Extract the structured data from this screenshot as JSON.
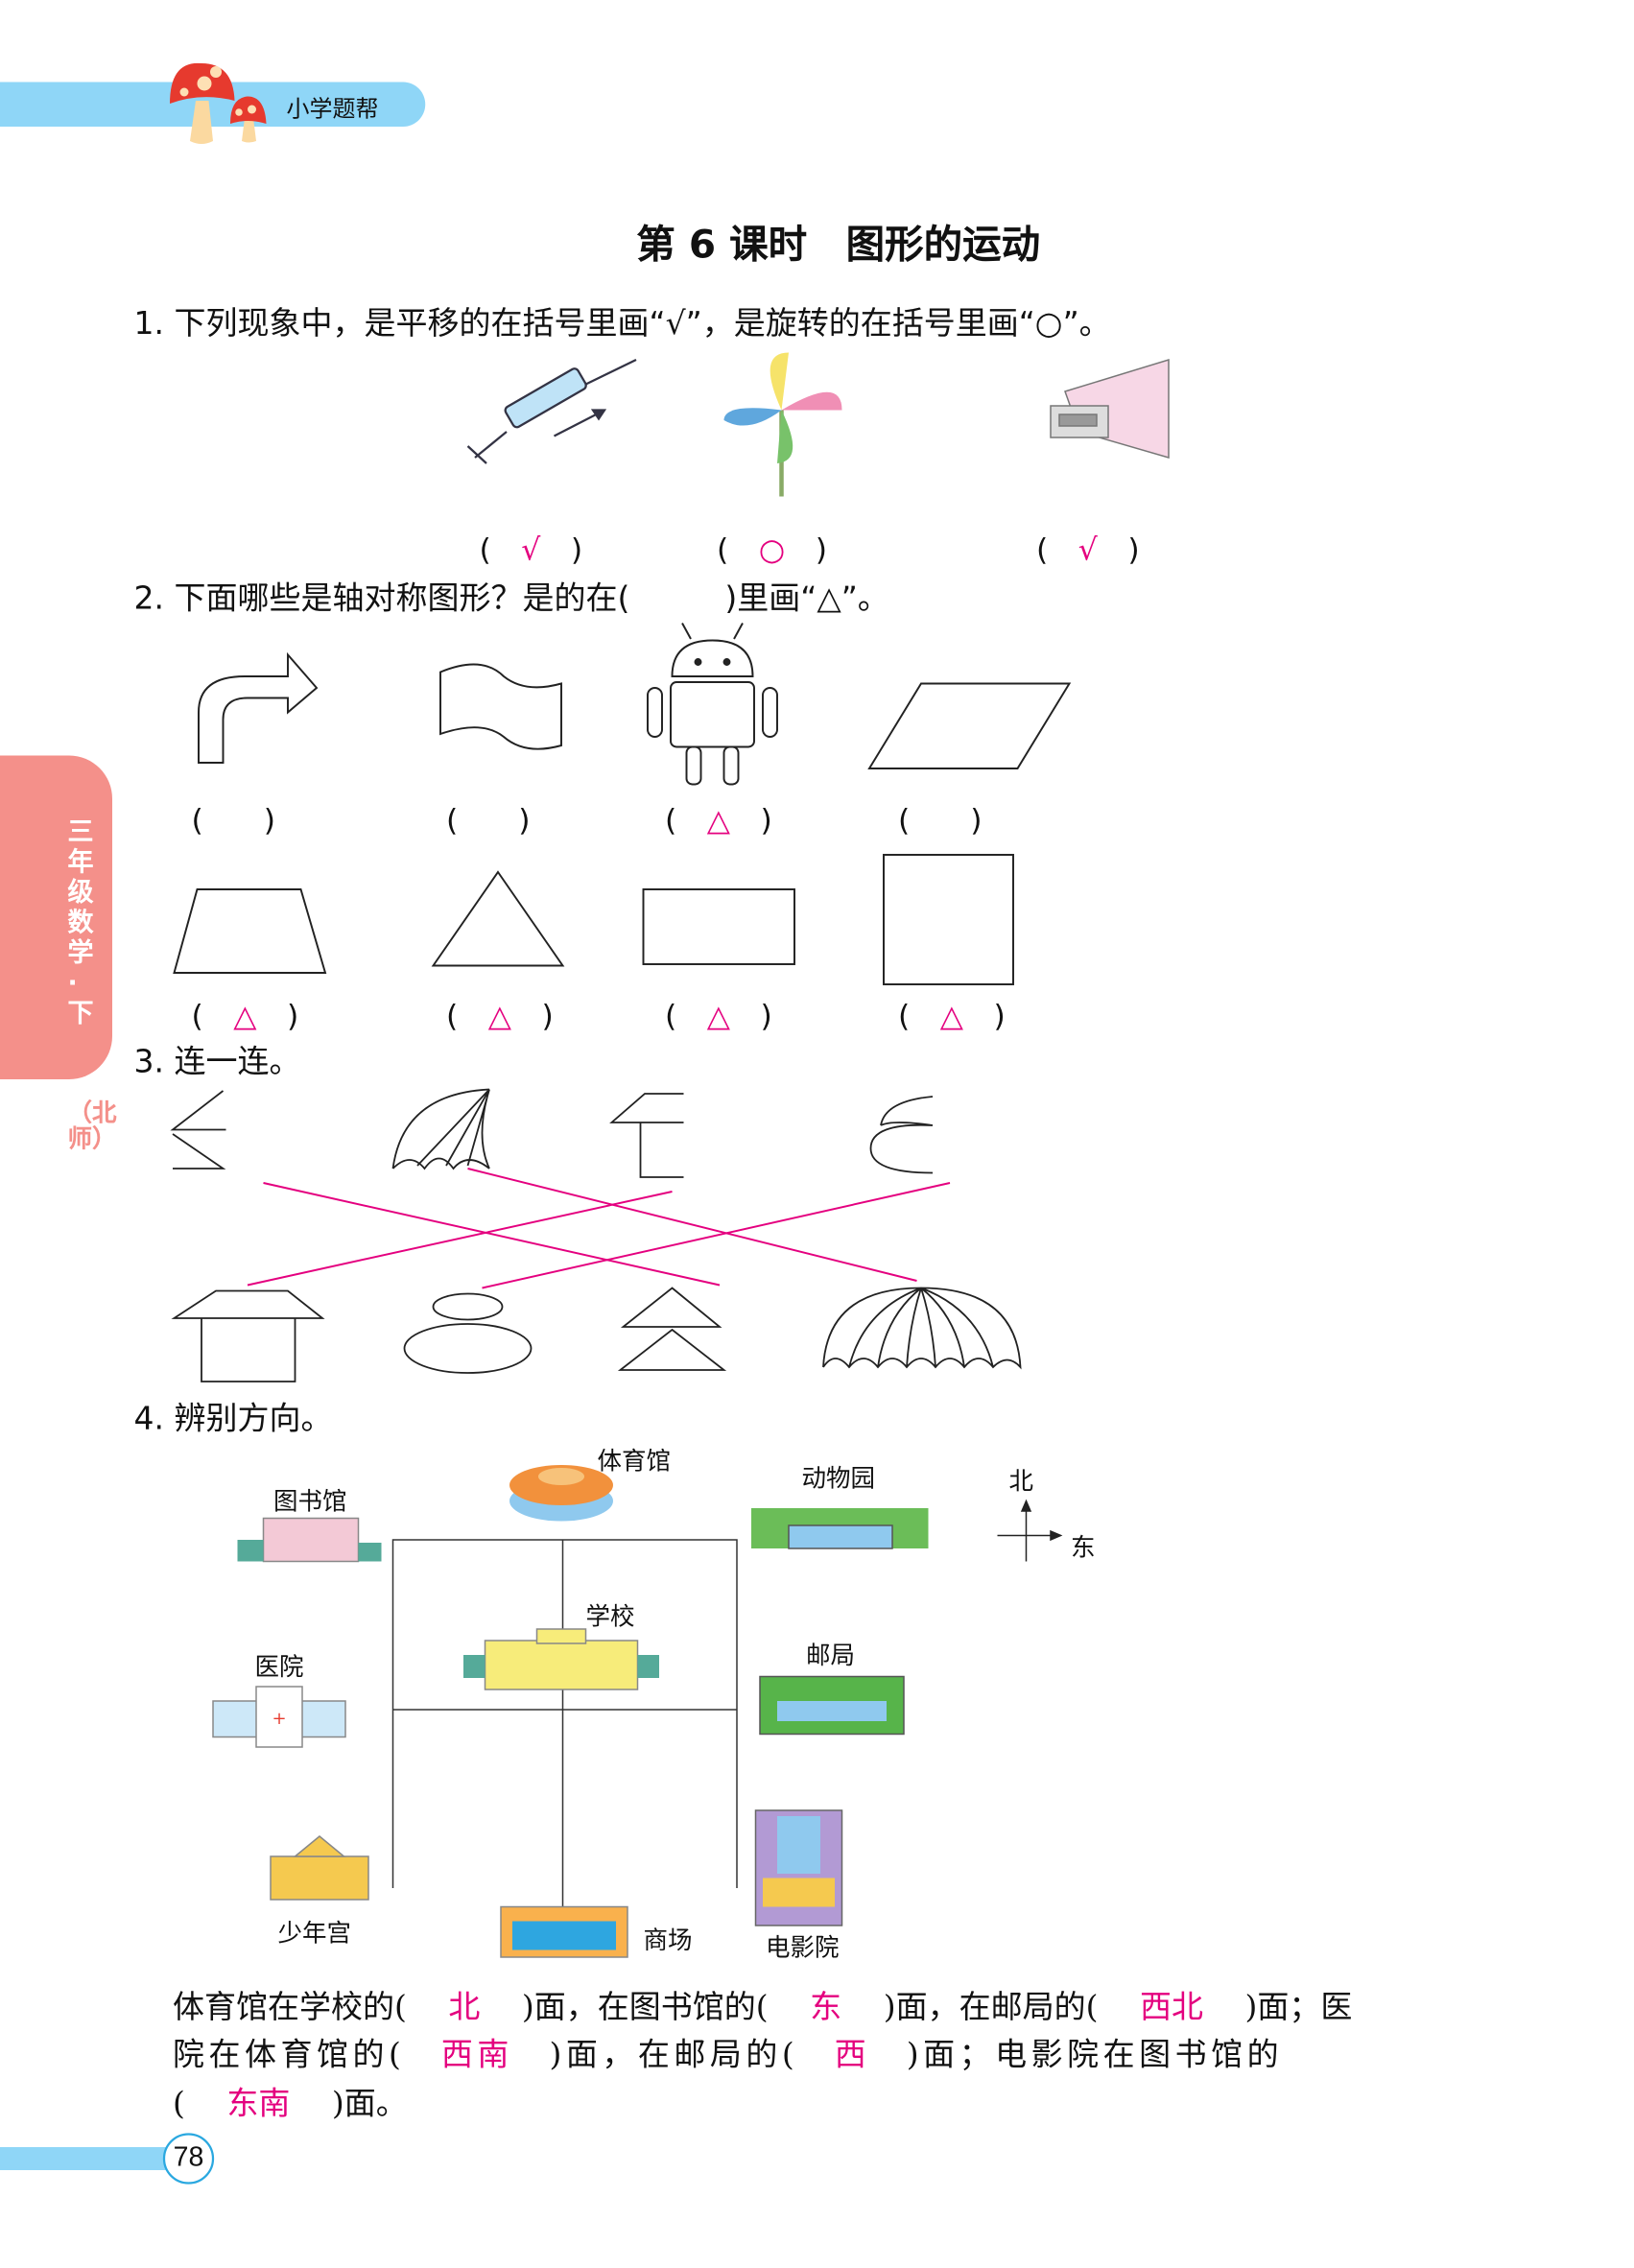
{
  "header": {
    "brand": "小学题帮"
  },
  "side_tab": {
    "grade": "三年级数学·下",
    "edition": "（北师）"
  },
  "title": "第 6 课时　图形的运动",
  "q1": {
    "prompt": "1. 下列现象中，是平移的在括号里画“√”，是旋转的在括号里画“○”。",
    "items": [
      {
        "icon": "syringe-icon",
        "answer": "√"
      },
      {
        "icon": "pinwheel-icon",
        "answer": "○"
      },
      {
        "icon": "drawer-icon",
        "answer": "√"
      }
    ]
  },
  "q2": {
    "prompt": "2. 下面哪些是轴对称图形？是的在(　　　)里画“△”。",
    "items": [
      {
        "shape": "turn-arrow",
        "answer": ""
      },
      {
        "shape": "flag",
        "answer": ""
      },
      {
        "shape": "robot",
        "answer": "△"
      },
      {
        "shape": "parallelogram",
        "answer": ""
      },
      {
        "shape": "trapezoid",
        "answer": "△"
      },
      {
        "shape": "triangle",
        "answer": "△"
      },
      {
        "shape": "rectangle",
        "answer": "△"
      },
      {
        "shape": "square",
        "answer": "△"
      }
    ]
  },
  "q3": {
    "prompt": "3. 连一连。"
  },
  "q4": {
    "prompt": "4. 辨别方向。",
    "map_labels": {
      "gym": "体育馆",
      "library": "图书馆",
      "zoo": "动物园",
      "north": "北",
      "east": "东",
      "school": "学校",
      "hospital": "医院",
      "post": "邮局",
      "youth": "少年宫",
      "mall": "商场",
      "cinema": "电影院"
    },
    "text": {
      "t1": "体育馆在学校的(",
      "a1": "北",
      "t2": ")面，在图书馆的(",
      "a2": "东",
      "t3": ")面，在邮局的(",
      "a3": "西北",
      "t4": ")面；医",
      "t5": "院在体育馆的(",
      "a4": "西南",
      "t6": ")面，在邮局的(",
      "a5": "西",
      "t7": ")面；电影院在图书馆的",
      "t8": "(",
      "a6": "东南",
      "t9": ")面。"
    }
  },
  "page_number": "78",
  "colors": {
    "accent": "#8fd6f7",
    "answer": "#e4007f",
    "tab": "#f4908a"
  }
}
